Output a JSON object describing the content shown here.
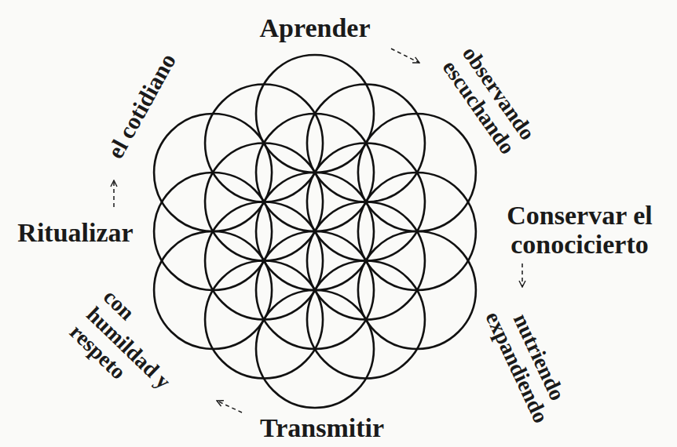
{
  "diagram": {
    "labels": [
      "Aprender",
      "observando escuchando",
      "Conservar el conocicierto",
      "nutriendo expandiendo",
      "Transmitir",
      "con humildad y respeto",
      "Ritualizar",
      "el cotidiano"
    ]
  }
}
